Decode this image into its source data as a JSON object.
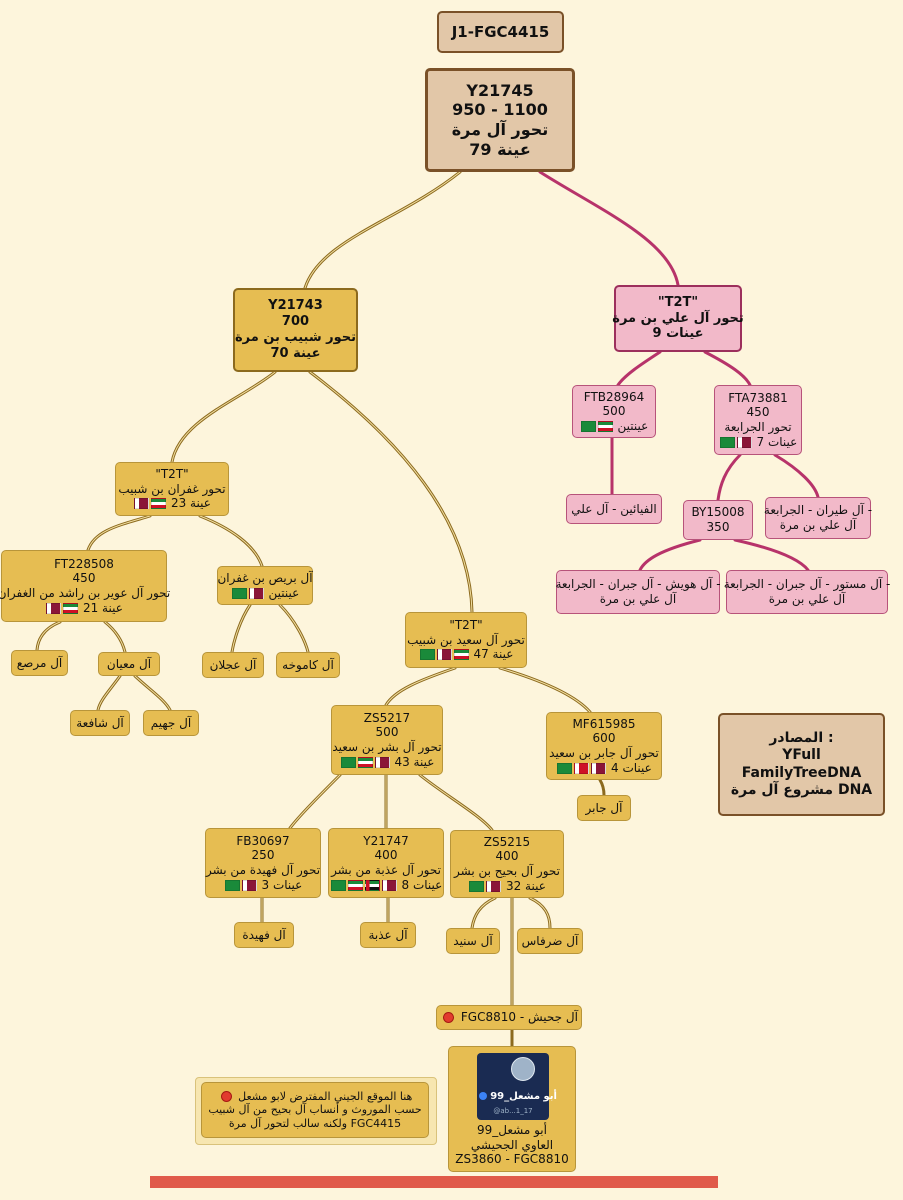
{
  "title": "J1-FGC4415",
  "root": {
    "id": "Y21745",
    "years": "950 - 1100",
    "name": "تحور آل مرة",
    "samples": "79 عينة"
  },
  "y21743": {
    "id": "Y21743",
    "years": "700",
    "name": "تحور شبيب بن مرة",
    "samples": "70 عينة"
  },
  "t2t_ali": {
    "id": "\"T2T\"",
    "name": "تحور آل علي بن مرة",
    "samples": "9 عينات"
  },
  "ftb28964": {
    "id": "FTB28964",
    "years": "500",
    "samples": "عينتين"
  },
  "fiyaithin": {
    "label": "الفيائين - آل علي"
  },
  "fta73881": {
    "id": "FTA73881",
    "years": "450",
    "name": "تحور الجرابعة",
    "samples": "7 عينات"
  },
  "tairan": {
    "line1": "آل طيران - الجرابعة -",
    "line2": "آل علي بن مرة"
  },
  "by15008": {
    "id": "BY15008",
    "years": "350"
  },
  "hawish": {
    "line1": "آل هويش - آل جبران - الجرابعة -",
    "line2": "آل علي بن مرة"
  },
  "mastour": {
    "line1": "آل مستور - آل جبران - الجرابعة -",
    "line2": "آل علي بن مرة"
  },
  "t2t_ghofran": {
    "id": "\"T2T\"",
    "name": "تحور غفران بن شبيب",
    "samples": "23 عينة"
  },
  "ft228508": {
    "id": "FT228508",
    "years": "450",
    "name": "تحور آل عوير بن راشد من الغفران",
    "samples": "21 عينة"
  },
  "mirsa": {
    "label": "آل مرصع"
  },
  "miyan": {
    "label": "آل معيان"
  },
  "shafia": {
    "label": "آل شافعة"
  },
  "juhaim": {
    "label": "آل جهيم"
  },
  "brais": {
    "name": "آل بريص بن غفران",
    "samples": "عينتين"
  },
  "ajlan": {
    "label": "آل عجلان"
  },
  "kamukha": {
    "label": "آل كاموخه"
  },
  "t2t_saeed": {
    "id": "\"T2T\"",
    "name": "تحور آل سعيد بن شبيب",
    "samples": "47 عينة"
  },
  "zs5217": {
    "id": "ZS5217",
    "years": "500",
    "name": "تحور آل بشر بن سعيد",
    "samples": "43 عينة"
  },
  "mf615985": {
    "id": "MF615985",
    "years": "600",
    "name": "تحور آل جابر بن سعيد",
    "samples": "4 عينات"
  },
  "jaber": {
    "label": "آل جابر"
  },
  "fb30697": {
    "id": "FB30697",
    "years": "250",
    "name": "تحور آل فهيدة من بشر",
    "samples": "3 عينات"
  },
  "fuhaida": {
    "label": "آل فهيدة"
  },
  "y21747": {
    "id": "Y21747",
    "years": "400",
    "name": "تحور آل عذبة من بشر",
    "samples": "8 عينات"
  },
  "athba": {
    "label": "آل عذبة"
  },
  "zs5215": {
    "id": "ZS5215",
    "years": "400",
    "name": "تحور آل بحيح بن بشر",
    "samples": "32 عينة"
  },
  "sunaid": {
    "label": "آل سنيد"
  },
  "dharfas": {
    "label": "آل ضرفاس"
  },
  "fgc8810": {
    "label": "FGC8810 - آل جحيش"
  },
  "profile": {
    "card_name": "أبو مشعل_99",
    "card_handle": "@ab...1_17",
    "line1": "أبو مشعل_99",
    "line2": "العاوي الجحيشي",
    "line3": "ZS3860 - FGC8810"
  },
  "note": {
    "line1": "هنا الموقع الجيني المفترض لابو مشعل",
    "line2": "حسب الموروث و أنساب آل بحيح من آل شبيب",
    "line3": "ولكنه سالب لتحور آل مرة FGC4415"
  },
  "sources": {
    "line1": "المصادر :",
    "line2": "YFull",
    "line3": "FamilyTreeDNA",
    "line4": "مشروع آل مرة DNA"
  },
  "colors": {
    "gold": "#e6bd52",
    "pink": "#f2b9c9",
    "tan": "#e2c7a8",
    "background": "#fdf5dc",
    "gold_link": "#8c6a1e",
    "pink_link": "#b7336a",
    "red_bar": "#e05a4a"
  }
}
